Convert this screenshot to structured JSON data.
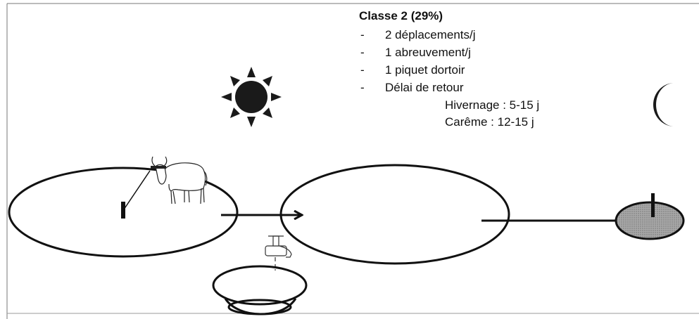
{
  "legend": {
    "title": "Classe 2 (29%)",
    "items": [
      "2 déplacements/j",
      "1 abreuvement/j",
      "1 piquet dortoir",
      "Délai de retour"
    ],
    "bullet": "-",
    "subitems": [
      "Hivernage : 5-15 j",
      "Carême : 12-15 j"
    ]
  },
  "icons": {
    "day": "sun-icon",
    "night": "moon-icon",
    "animal": "cow-icon",
    "water": "faucet-icon",
    "trough": "basin-icon",
    "stake": "picket-icon"
  },
  "colors": {
    "stroke": "#111111",
    "night_fill": "#9a9a9a"
  }
}
